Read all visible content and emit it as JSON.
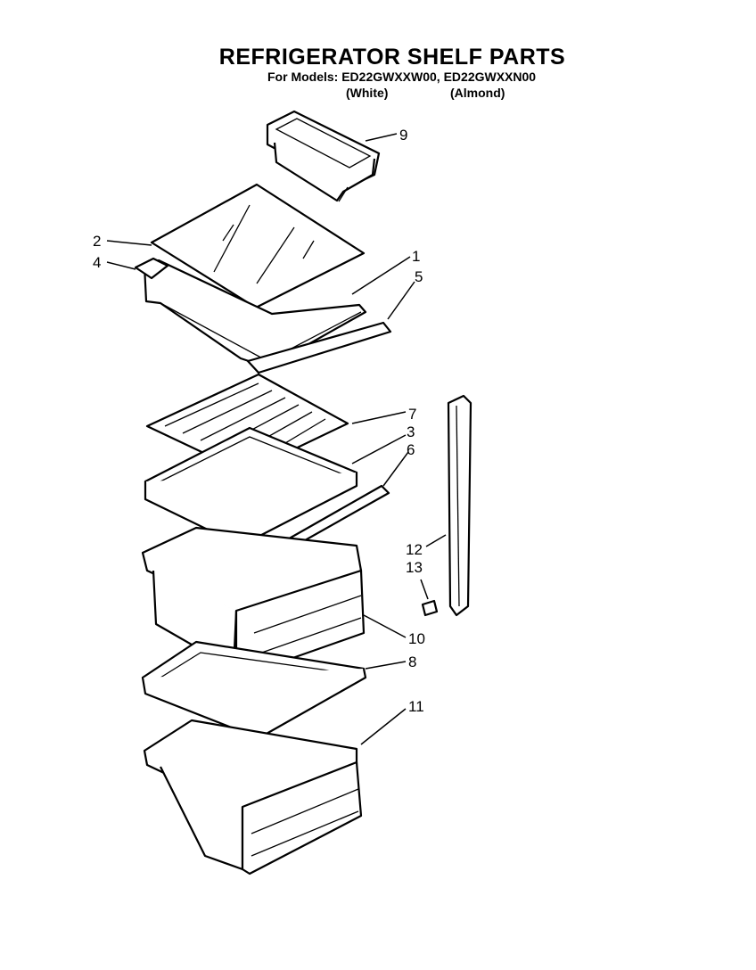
{
  "header": {
    "title": "REFRIGERATOR SHELF PARTS",
    "models": "For Models: ED22GWXXW00, ED22GWXXN00",
    "variant_white": "(White)",
    "variant_almond": "(Almond)"
  },
  "callouts": [
    "1",
    "2",
    "3",
    "4",
    "5",
    "6",
    "7",
    "8",
    "9",
    "10",
    "11",
    "12",
    "13"
  ]
}
